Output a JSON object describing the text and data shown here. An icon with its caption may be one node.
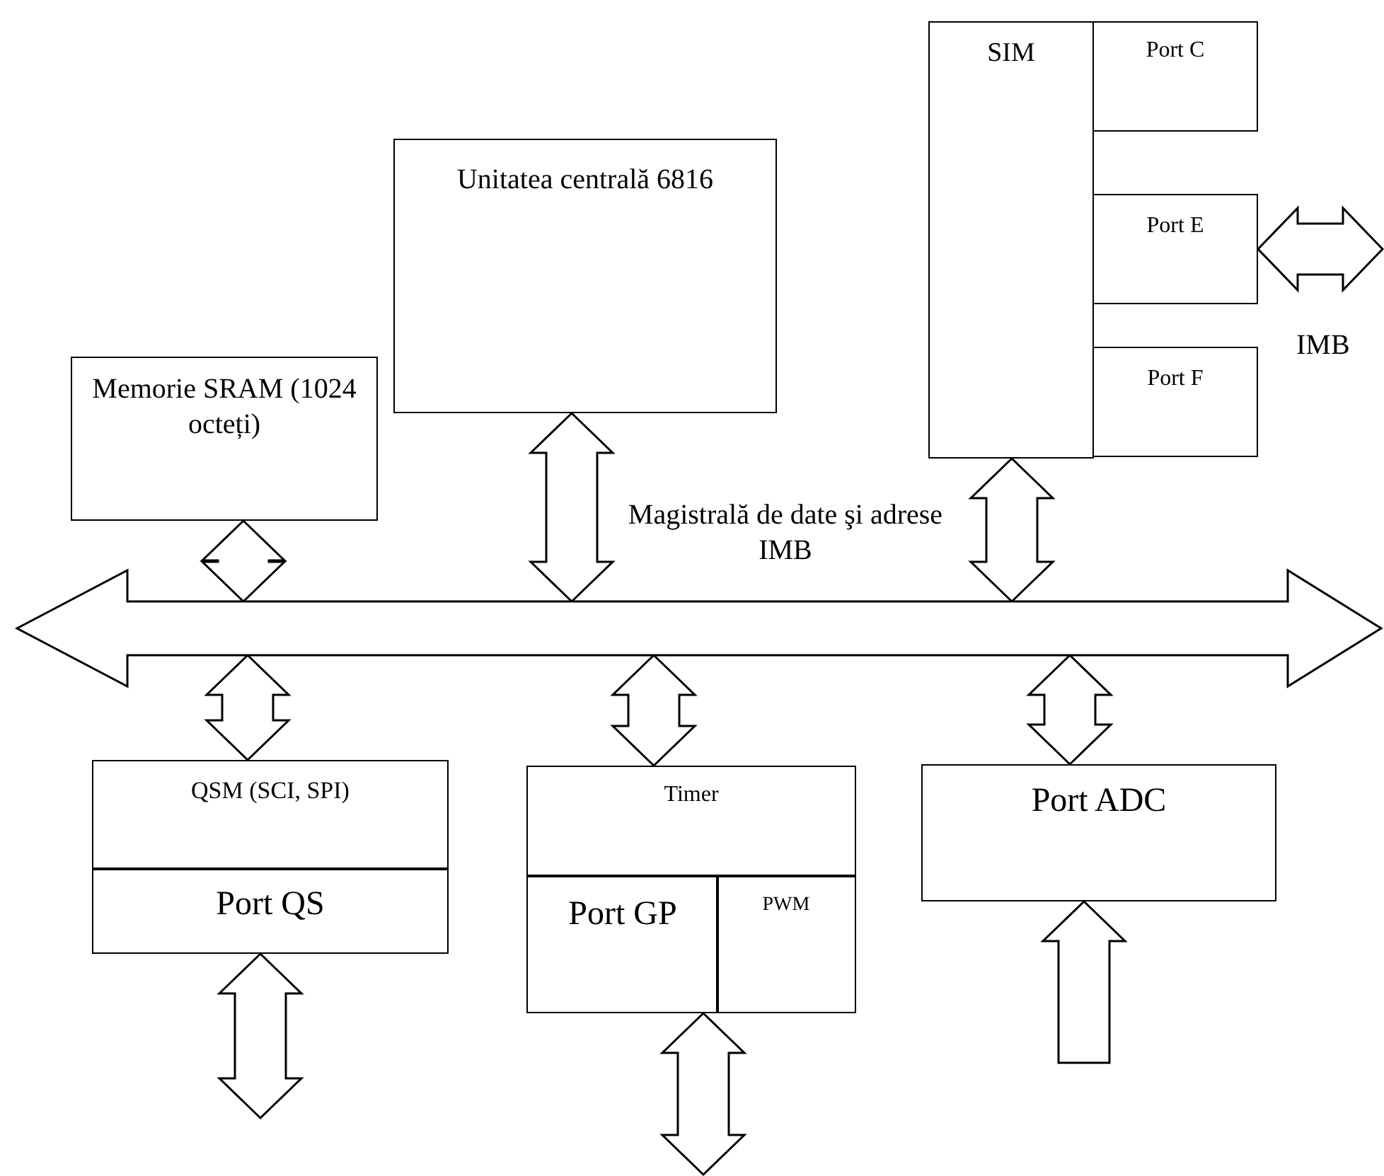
{
  "diagram": {
    "nodes": [
      {
        "text": [
          "Memorie SRAM (1024 octeți)"
        ]
      },
      {
        "text": [
          "Unitatea centrală 6816"
        ]
      },
      {
        "text": [
          "SIM"
        ]
      },
      {
        "text": [
          "Port C"
        ]
      },
      {
        "text": [
          "Port E"
        ]
      },
      {
        "text": [
          "Port F"
        ]
      },
      {
        "text": [
          "Magistrală de date şi adrese IMB"
        ]
      },
      {
        "text": [
          "QSM (SCI, SPI)"
        ]
      },
      {
        "text": [
          "Port QS"
        ]
      },
      {
        "text": [
          "Timer"
        ]
      },
      {
        "text": [
          "Port GP"
        ]
      },
      {
        "text": [
          "PWM"
        ]
      },
      {
        "text": [
          "Port ADC"
        ]
      }
    ],
    "edges": [
      {
        "from": 0,
        "to": 6,
        "arrow": "both"
      },
      {
        "from": 1,
        "to": 6,
        "arrow": "both"
      },
      {
        "from": 2,
        "to": 6,
        "arrow": "both"
      },
      {
        "from": 4,
        "to": null,
        "arrow": "both",
        "label": "IMB"
      },
      {
        "from": 6,
        "to": 7,
        "arrow": "both"
      },
      {
        "from": 6,
        "to": 9,
        "arrow": "both"
      },
      {
        "from": 6,
        "to": 12,
        "arrow": "both"
      },
      {
        "from": 8,
        "to": null,
        "arrow": "both"
      },
      {
        "from": 10,
        "to": null,
        "arrow": "both"
      },
      {
        "from": null,
        "to": 12,
        "arrow": "to"
      }
    ]
  }
}
